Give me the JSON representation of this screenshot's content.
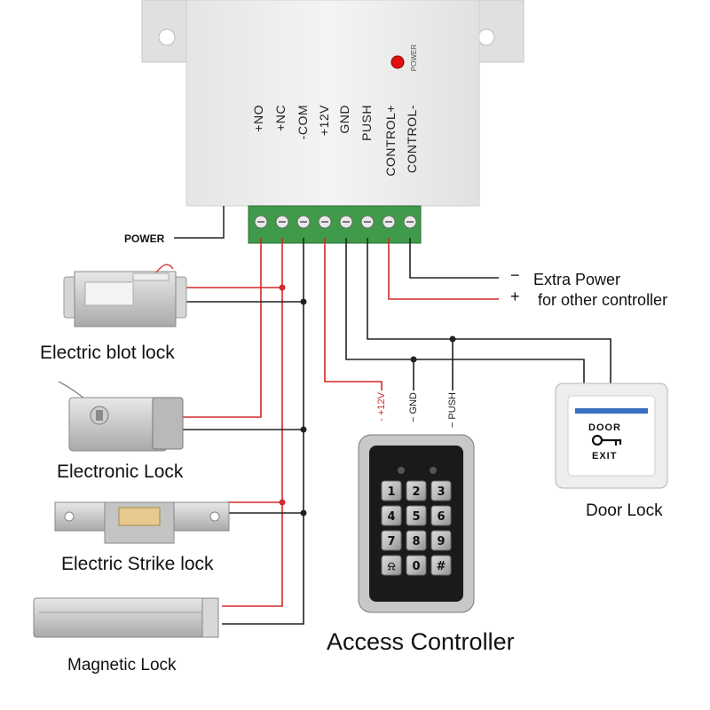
{
  "power_supply": {
    "power_indicator": "POWER",
    "terminals": [
      "CONTROL-",
      "CONTROL+",
      "PUSH",
      "GND",
      "+12V",
      "-COM",
      "+NC",
      "+NO"
    ]
  },
  "power_input_label": "POWER",
  "extra_power": {
    "minus_sign": "−",
    "plus_sign": "+",
    "line1": "Extra Power",
    "line2": "for other controller"
  },
  "locks": {
    "bolt": "Electric blot lock",
    "electronic": "Electronic Lock",
    "strike": "Electric Strike lock",
    "magnetic": "Magnetic Lock"
  },
  "access_controller": {
    "label": "Access Controller",
    "wire_12v": "- +12V",
    "wire_gnd": "− GND",
    "wire_push": "− PUSH",
    "keys": [
      "1",
      "2",
      "3",
      "4",
      "5",
      "6",
      "7",
      "8",
      "9",
      "⍾",
      "0",
      "#"
    ]
  },
  "door_button": {
    "top_text": "DOOR",
    "bottom_text": "EXIT",
    "label": "Door Lock"
  },
  "colors": {
    "red_wire": "#d42a2a",
    "black_wire": "#222222",
    "terminal_block": "#3f9a4a",
    "led": "#e01010",
    "psu_body": "#eceeec"
  }
}
